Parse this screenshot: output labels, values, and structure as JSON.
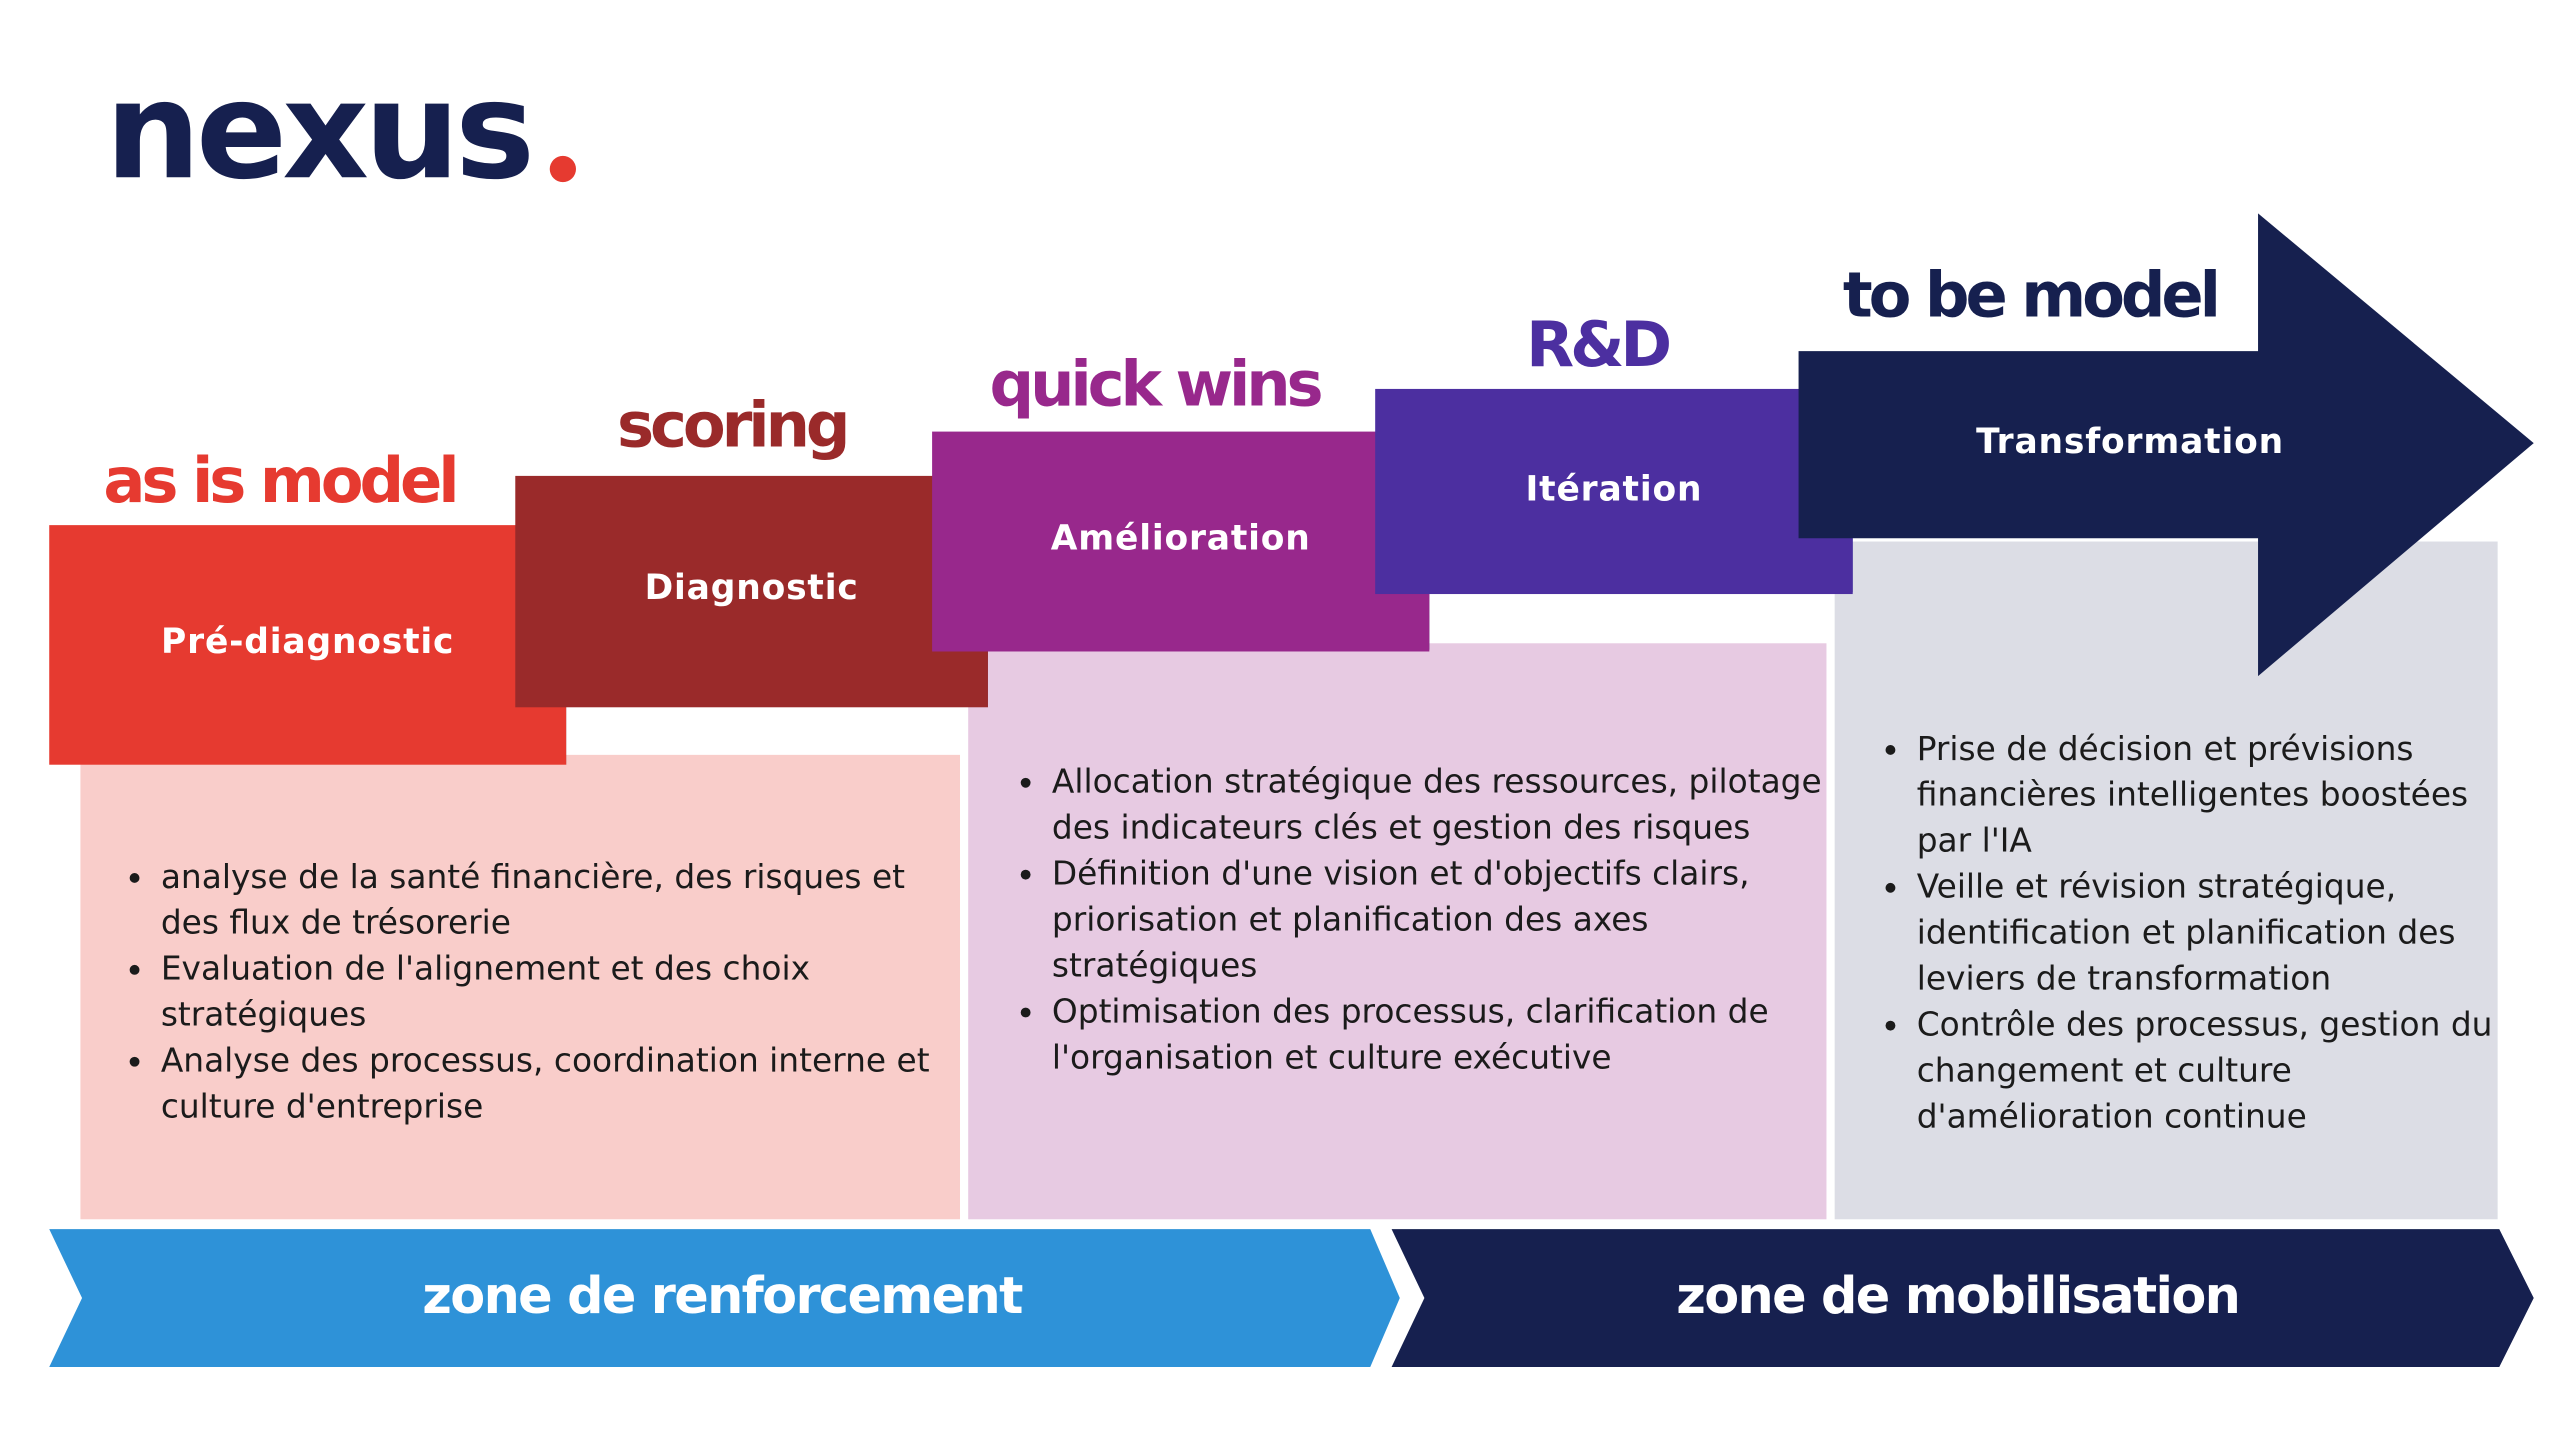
{
  "logo": {
    "text": "nexus",
    "dot_color": "#e63a30"
  },
  "steps": [
    {
      "phase": "as is model",
      "label": "Pré-diagnostic",
      "color": "#e63a30"
    },
    {
      "phase": "scoring",
      "label": "Diagnostic",
      "color": "#9a2a2a"
    },
    {
      "phase": "quick wins",
      "label": "Amélioration",
      "color": "#98288c"
    },
    {
      "phase": "R&D",
      "label": "Itération",
      "color": "#4c2fa0"
    },
    {
      "phase": "to be model",
      "label": "Transformation",
      "color": "#16204f"
    }
  ],
  "panels": [
    {
      "bullets": [
        "analyse de la santé financière, des risques et des flux de trésorerie",
        "Evaluation de l'alignement et des choix stratégiques",
        "Analyse des processus, coordination interne et culture d'entreprise"
      ]
    },
    {
      "bullets": [
        "Allocation stratégique des ressources, pilotage des indicateurs clés et gestion des risques",
        "Définition d'une vision et d'objectifs clairs, priorisation et planification des axes stratégiques",
        "Optimisation des processus, clarification de l'organisation et culture exécutive"
      ]
    },
    {
      "bullets": [
        "Prise de décision et prévisions financières intelligentes boostées par l'IA",
        "Veille et révision stratégique, identification et planification des leviers de transformation",
        "Contrôle des processus, gestion du changement et culture d'amélioration continue"
      ]
    }
  ],
  "zones": [
    {
      "label": "zone de renforcement",
      "color": "#2e92d8"
    },
    {
      "label": "zone de mobilisation",
      "color": "#16204f"
    }
  ]
}
